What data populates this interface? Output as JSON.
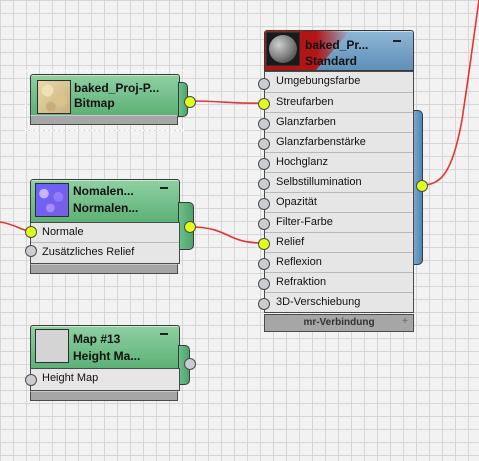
{
  "colors": {
    "wire": "#e23535",
    "socket_connected": "#dfff1a",
    "socket_idle": "#c9cdd2",
    "header_map": "#6cc08b",
    "header_material": "#7ea8cc"
  },
  "nodes": {
    "bitmap": {
      "name": "baked_Proj-P...",
      "type": "Bitmap",
      "thumbnail": "sand-stone-texture"
    },
    "normal": {
      "name": "Nomalen...",
      "type": "Normalen...",
      "thumbnail": "blue-normal-map-texture",
      "rows": [
        "Normale",
        "Zusätzliches Relief"
      ]
    },
    "map13": {
      "name": "Map #13",
      "type": "Height Ma...",
      "thumbnail": "blank-gray",
      "rows": [
        "Height Map"
      ]
    },
    "material": {
      "name": "baked_Pr...",
      "type": "Standard",
      "thumbnail": "gray-sphere",
      "rows": [
        "Umgebungsfarbe",
        "Streufarben",
        "Glanzfarben",
        "Glanzfarbenstärke",
        "Hochglanz",
        "Selbstillumination",
        "Opazität",
        "Filter-Farbe",
        "Relief",
        "Reflexion",
        "Refraktion",
        "3D-Verschiebung"
      ],
      "footer": "mr-Verbindung"
    }
  }
}
